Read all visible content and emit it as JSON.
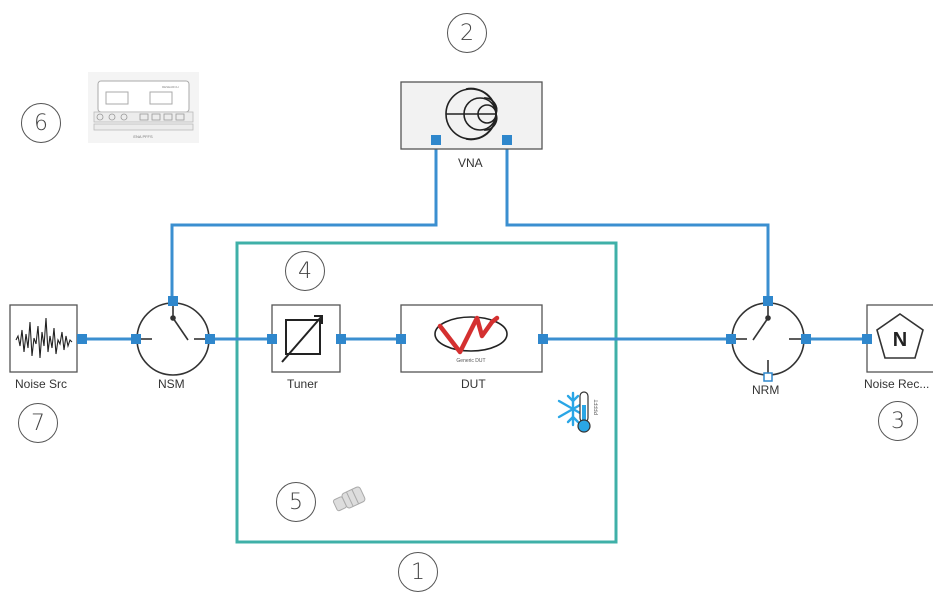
{
  "components": {
    "vna": {
      "label": "VNA"
    },
    "noise_src": {
      "label": "Noise Src"
    },
    "nsm": {
      "label": "NSM"
    },
    "tuner": {
      "label": "Tuner"
    },
    "dut": {
      "label": "DUT",
      "logo_caption": "Generic DUT"
    },
    "nrm": {
      "label": "NRM"
    },
    "noise_rec": {
      "label": "Noise Rec...",
      "symbol": "N"
    },
    "thermo_text": "PFFFT"
  },
  "instrument_panel": {
    "caption": "ENA PFFS",
    "tag": "RESEARCH"
  },
  "callouts": [
    "1",
    "2",
    "3",
    "4",
    "5",
    "6",
    "7"
  ],
  "colors": {
    "cable": "#3b8fd0",
    "port": "#2f87cc",
    "enclosure": "#3fb0a8",
    "vna_box": "#f2f2f2",
    "dut_logo": "#d43030",
    "snowflake": "#2aa6e6"
  }
}
